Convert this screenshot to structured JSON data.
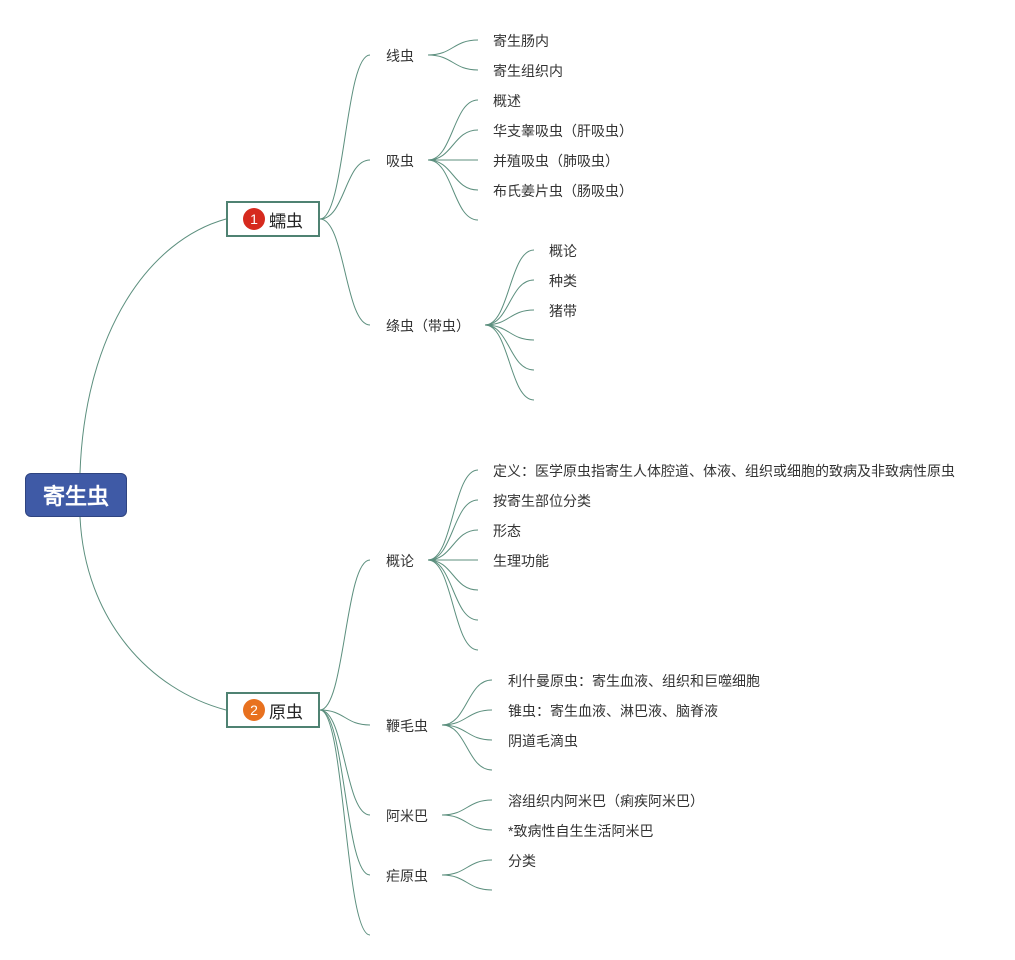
{
  "root": {
    "label": "寄生虫"
  },
  "main": [
    {
      "num": "1",
      "label": "蠕虫",
      "badge_color": "#d62a1e"
    },
    {
      "num": "2",
      "label": "原虫",
      "badge_color": "#e8711f"
    }
  ],
  "worm": {
    "nematode": {
      "label": "线虫",
      "children": [
        "寄生肠内",
        "寄生组织内"
      ]
    },
    "trematode": {
      "label": "吸虫",
      "children": [
        "概述",
        "华支睾吸虫（肝吸虫）",
        "并殖吸虫（肺吸虫）",
        "布氏姜片虫（肠吸虫）",
        ""
      ]
    },
    "cestode": {
      "label": "绦虫（带虫）",
      "children": [
        "概论",
        "种类",
        "猪带",
        "",
        "",
        ""
      ]
    }
  },
  "protozoa": {
    "overview": {
      "label": "概论",
      "children": [
        "定义：医学原虫指寄生人体腔道、体液、组织或细胞的致病及非致病性原虫",
        "按寄生部位分类",
        "形态",
        "生理功能",
        "",
        "",
        ""
      ]
    },
    "flagellate": {
      "label": "鞭毛虫",
      "children": [
        "利什曼原虫：寄生血液、组织和巨噬细胞",
        "锥虫：寄生血液、淋巴液、脑脊液",
        "阴道毛滴虫",
        ""
      ]
    },
    "amoeba": {
      "label": "阿米巴",
      "children": [
        "溶组织内阿米巴（痢疾阿米巴）",
        "*致病性自生生活阿米巴"
      ]
    },
    "plasmodium": {
      "label": "疟原虫",
      "children": [
        "分类",
        ""
      ]
    },
    "extra": {
      "label": ""
    }
  },
  "colors": {
    "root_fill": "#3f5aa6",
    "line": "#5c8f7e",
    "node_border": "#4f8272"
  }
}
